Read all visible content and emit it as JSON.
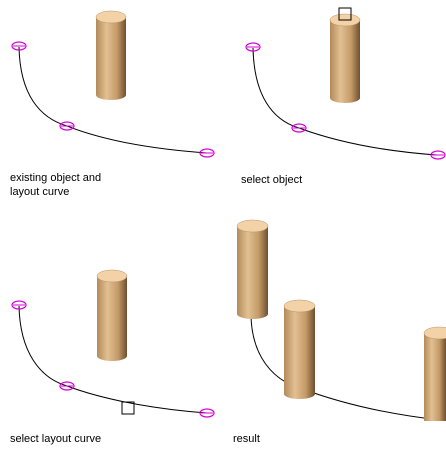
{
  "panels": [
    {
      "id": "p1",
      "caption_lines": [
        "existing object and",
        "layout curve"
      ]
    },
    {
      "id": "p2",
      "caption_lines": [
        "select object"
      ]
    },
    {
      "id": "p3",
      "caption_lines": [
        "select layout curve"
      ]
    },
    {
      "id": "p4",
      "caption_lines": [
        "result"
      ]
    }
  ],
  "colors": {
    "cylinder_light": "#ddb98a",
    "cylinder_mid": "#c49a68",
    "cylinder_dark": "#7c5a38",
    "cylinder_top": "#f3d3a8",
    "grip_marker": "#d400d4",
    "curve": "#000000",
    "pick_box": "#000000",
    "background": "#ffffff"
  }
}
